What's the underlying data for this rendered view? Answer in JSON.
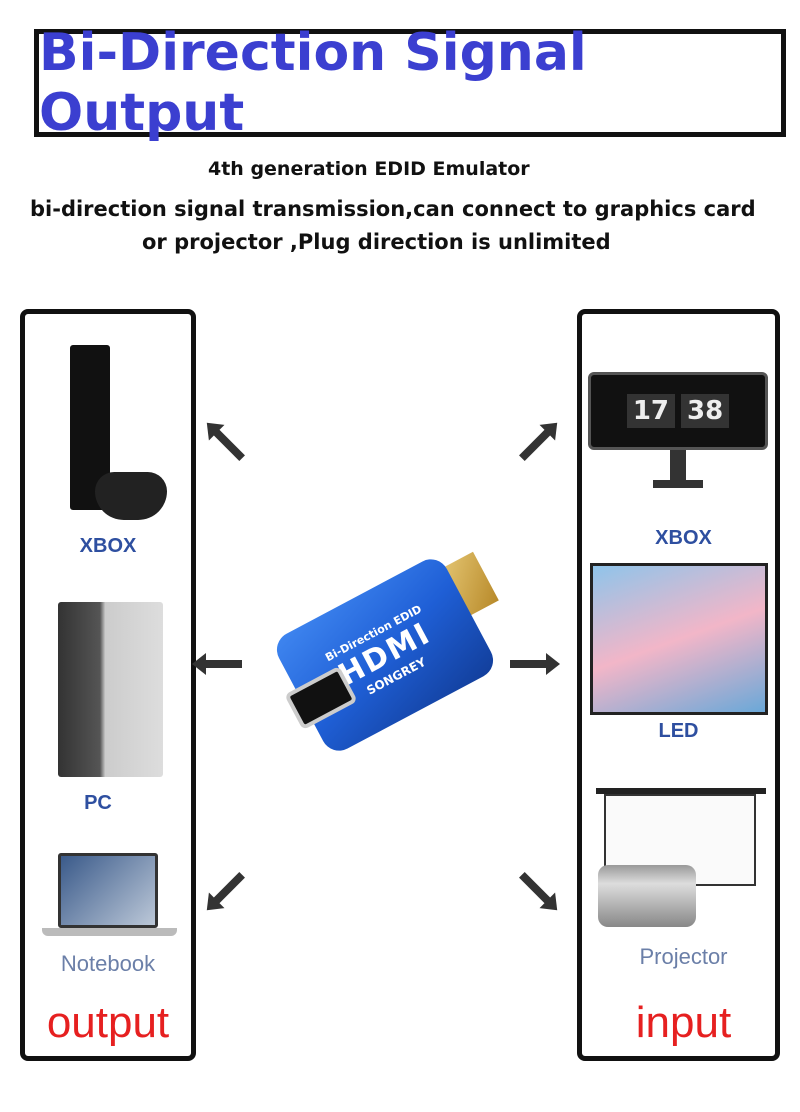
{
  "title": "Bi-Direction Signal Output",
  "subtitle": "4th generation EDID Emulator",
  "description_line1": "bi-direction signal transmission,can connect to graphics card",
  "description_line2": "or projector ,Plug direction is unlimited",
  "output_panel": {
    "items": [
      "XBOX",
      "PC",
      "Notebook"
    ],
    "label": "output"
  },
  "input_panel": {
    "items": [
      "XBOX",
      "LED",
      "Projector"
    ],
    "label": "input"
  },
  "product": {
    "line1": "Bi-Direction EDID",
    "logo": "HDMI",
    "brand": "SONGREY",
    "color": "#1f5fd6"
  },
  "monitor_clock": {
    "hour": "17",
    "minute": "38"
  },
  "colors": {
    "title": "#3b3fd0",
    "output_label": "#e62020",
    "item_label": "#2e4fa0"
  }
}
